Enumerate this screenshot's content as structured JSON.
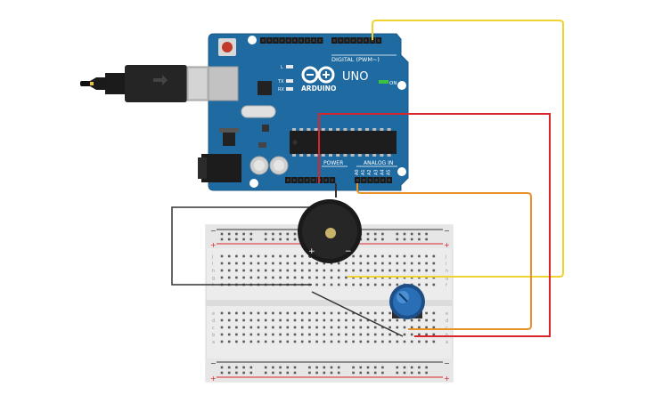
{
  "board": {
    "digital_label": "DIGITAL (PWM~)",
    "brand": "ARDUINO",
    "model": "UNO",
    "on_label": "ON",
    "power_label": "POWER",
    "analog_label": "ANALOG IN",
    "l_label": "L",
    "tx_label": "TX",
    "rx_label": "RX",
    "analog_pins": [
      "A0",
      "A1",
      "A2",
      "A3",
      "A4",
      "A5"
    ]
  },
  "buzzer": {
    "plus": "+",
    "minus": "−"
  },
  "breadboard": {
    "rail_plus": "+",
    "rail_minus": "−",
    "row_letters_top": [
      "j",
      "i",
      "h",
      "g",
      "f"
    ],
    "row_letters_bottom": [
      "e",
      "d",
      "c",
      "b",
      "a"
    ],
    "column_count": 30
  },
  "colors": {
    "board": "#1f6aa0",
    "board_edge": "#1a5a88",
    "wire_yellow": "#f1d22f",
    "wire_red": "#d9262a",
    "wire_orange": "#e8922a",
    "wire_black": "#333333",
    "breadboard": "#eeeeee",
    "pot": "#2a6fb6"
  }
}
